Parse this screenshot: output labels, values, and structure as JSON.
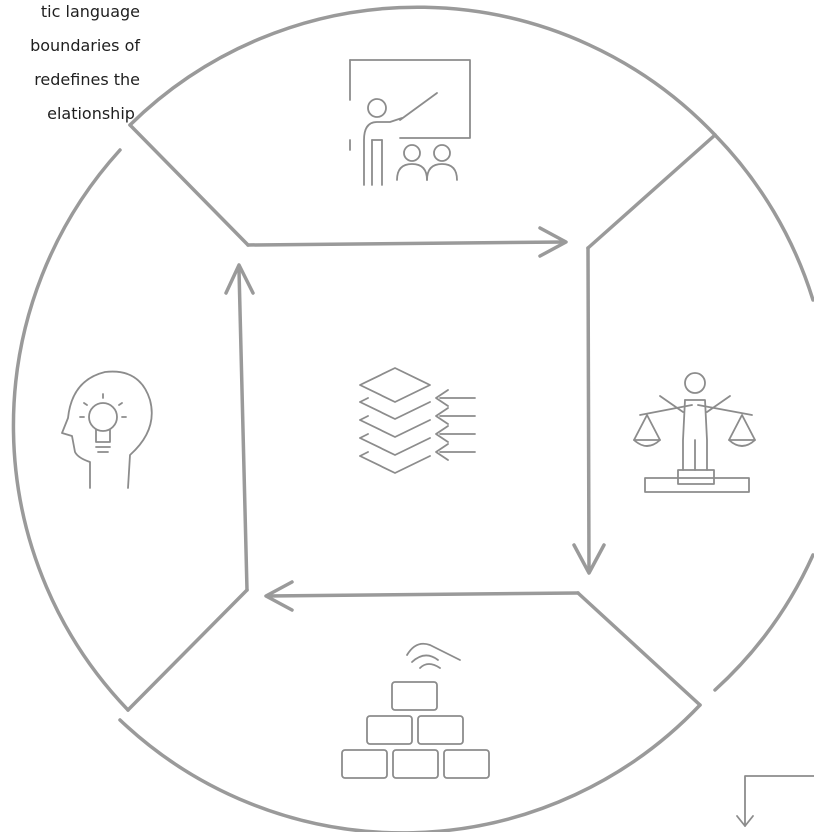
{
  "text_block": {
    "line1": "tic language",
    "line2": "boundaries of",
    "line3": "redefines the",
    "line4": "elationship."
  },
  "diagram": {
    "segments": [
      "presentation-teaching",
      "balance-scales",
      "building-blocks",
      "idea-head"
    ],
    "center": "layers-converging",
    "flow_direction": "clockwise",
    "stroke_color": "#9a9a9a"
  }
}
